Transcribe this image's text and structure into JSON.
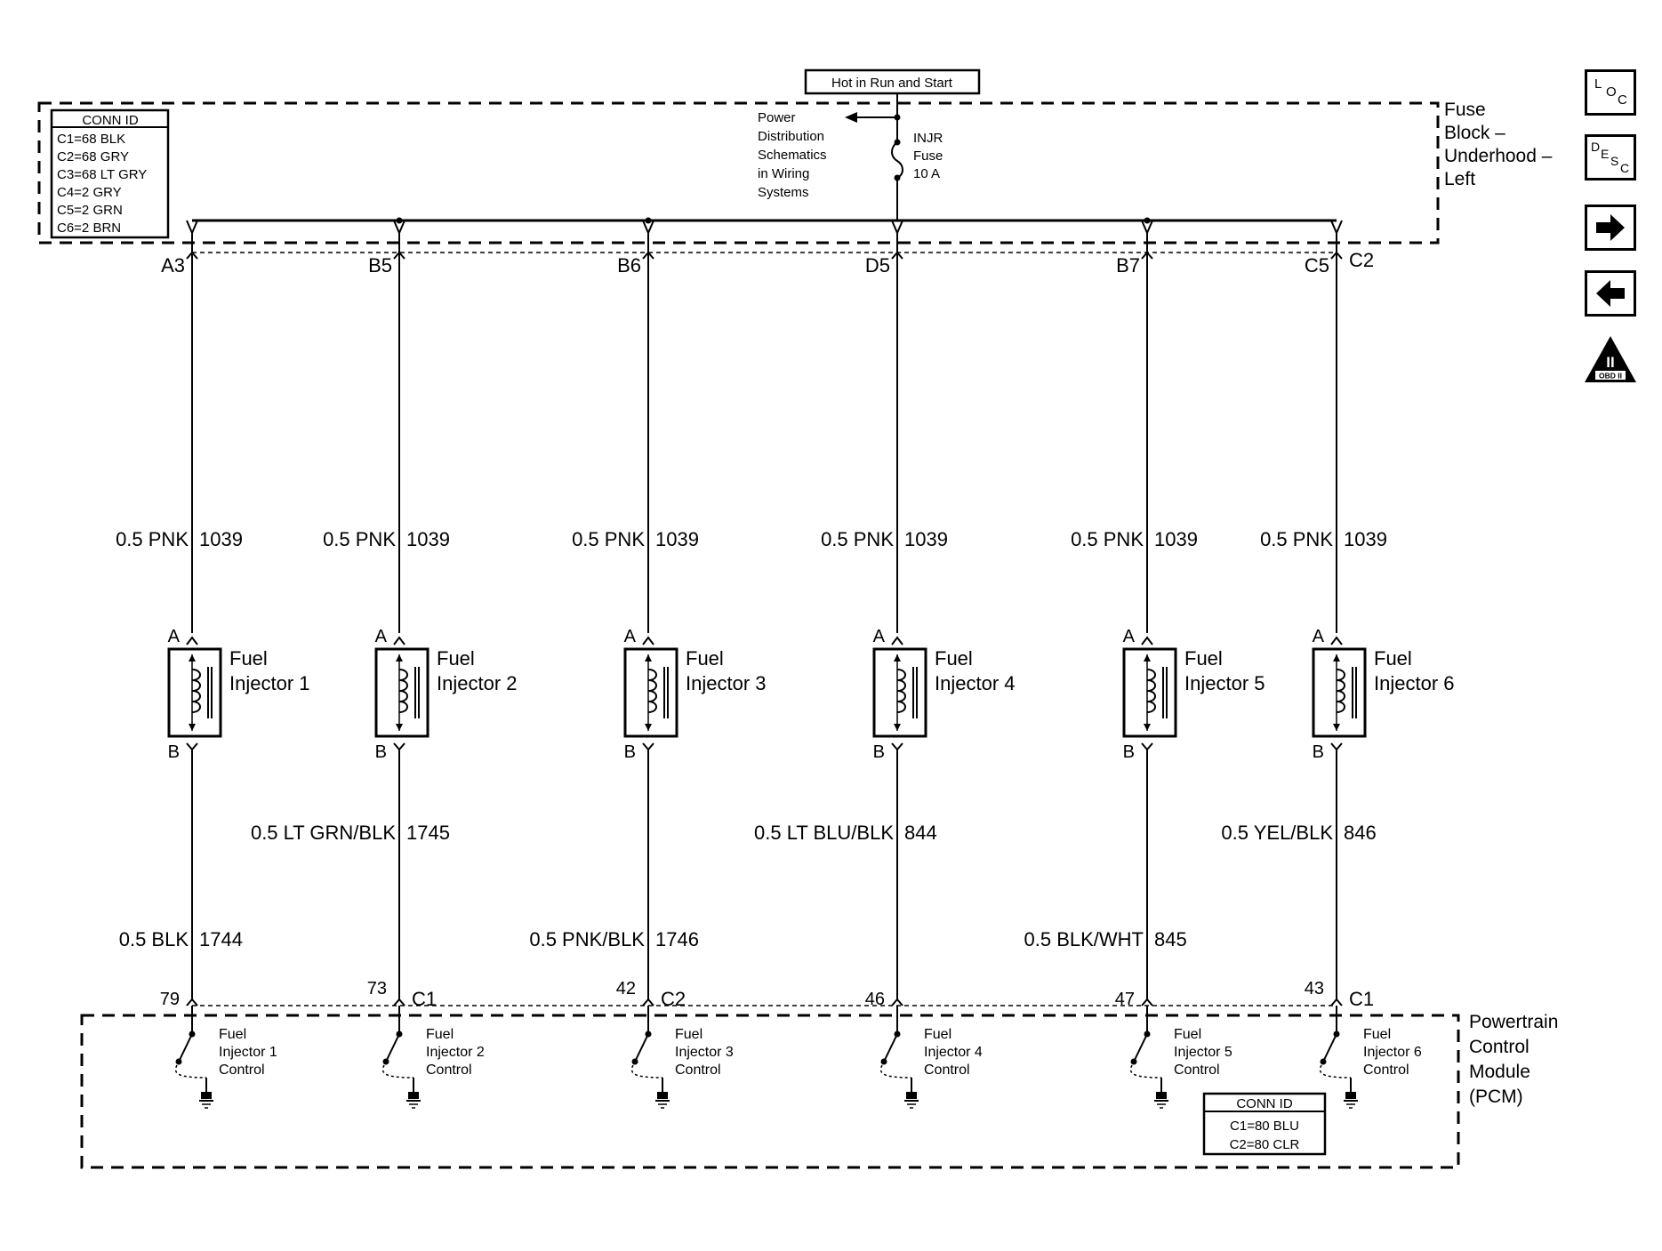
{
  "header": {
    "hot_label": "Hot in Run and Start",
    "power_ref": [
      "Power",
      "Distribution",
      "Schematics",
      "in Wiring",
      "Systems"
    ],
    "fuse_label": [
      "INJR",
      "Fuse",
      "10 A"
    ]
  },
  "fuse_block": {
    "name": [
      "Fuse",
      "Block –",
      "Underhood –",
      "Left"
    ],
    "conn_title": "CONN ID",
    "conn_rows": [
      "C1=68 BLK",
      "C2=68 GRY",
      "C3=68 LT GRY",
      "C4=2 GRY",
      "C5=2 GRN",
      "C6=2 BRN"
    ]
  },
  "pcm": {
    "name": [
      "Powertrain",
      "Control",
      "Module",
      "(PCM)"
    ],
    "conn_title": "CONN ID",
    "conn_rows": [
      "C1=80 BLU",
      "C2=80 CLR"
    ]
  },
  "injectors": [
    {
      "fuse_pin": "A3",
      "fuse_conn": "",
      "supply_wire": "0.5 PNK",
      "supply_circuit": "1039",
      "pin_a": "A",
      "pin_b": "B",
      "name": [
        "Fuel",
        "Injector 1"
      ],
      "ctrl_wire": "0.5 BLK",
      "ctrl_circuit": "1744",
      "ctrl_level": "low",
      "pcm_pin": "79",
      "pcm_conn": "",
      "control": [
        "Fuel",
        "Injector 1",
        "Control"
      ]
    },
    {
      "fuse_pin": "B5",
      "fuse_conn": "",
      "supply_wire": "0.5 PNK",
      "supply_circuit": "1039",
      "pin_a": "A",
      "pin_b": "B",
      "name": [
        "Fuel",
        "Injector 2"
      ],
      "ctrl_wire": "0.5 LT GRN/BLK",
      "ctrl_circuit": "1745",
      "ctrl_level": "high",
      "pcm_pin": "73",
      "pcm_conn": "C1",
      "control": [
        "Fuel",
        "Injector 2",
        "Control"
      ]
    },
    {
      "fuse_pin": "B6",
      "fuse_conn": "",
      "supply_wire": "0.5 PNK",
      "supply_circuit": "1039",
      "pin_a": "A",
      "pin_b": "B",
      "name": [
        "Fuel",
        "Injector 3"
      ],
      "ctrl_wire": "0.5 PNK/BLK",
      "ctrl_circuit": "1746",
      "ctrl_level": "low",
      "pcm_pin": "42",
      "pcm_conn": "C2",
      "control": [
        "Fuel",
        "Injector 3",
        "Control"
      ]
    },
    {
      "fuse_pin": "D5",
      "fuse_conn": "",
      "supply_wire": "0.5 PNK",
      "supply_circuit": "1039",
      "pin_a": "A",
      "pin_b": "B",
      "name": [
        "Fuel",
        "Injector 4"
      ],
      "ctrl_wire": "0.5 LT BLU/BLK",
      "ctrl_circuit": "844",
      "ctrl_level": "high",
      "pcm_pin": "46",
      "pcm_conn": "",
      "control": [
        "Fuel",
        "Injector 4",
        "Control"
      ]
    },
    {
      "fuse_pin": "B7",
      "fuse_conn": "",
      "supply_wire": "0.5 PNK",
      "supply_circuit": "1039",
      "pin_a": "A",
      "pin_b": "B",
      "name": [
        "Fuel",
        "Injector 5"
      ],
      "ctrl_wire": "0.5 BLK/WHT",
      "ctrl_circuit": "845",
      "ctrl_level": "low",
      "pcm_pin": "47",
      "pcm_conn": "",
      "control": [
        "Fuel",
        "Injector 5",
        "Control"
      ]
    },
    {
      "fuse_pin": "C5",
      "fuse_conn": "C2",
      "supply_wire": "0.5 PNK",
      "supply_circuit": "1039",
      "pin_a": "A",
      "pin_b": "B",
      "name": [
        "Fuel",
        "Injector 6"
      ],
      "ctrl_wire": "0.5 YEL/BLK",
      "ctrl_circuit": "846",
      "ctrl_level": "high",
      "pcm_pin": "43",
      "pcm_conn": "C1",
      "control": [
        "Fuel",
        "Injector 6",
        "Control"
      ]
    }
  ],
  "nav": {
    "loc": {
      "letters": [
        "L",
        "O",
        "C"
      ],
      "icon": "loc-icon"
    },
    "desc": {
      "letters": [
        "D",
        "E",
        "S",
        "C"
      ],
      "icon": "desc-icon"
    },
    "next_icon": "arrow-right-icon",
    "prev_icon": "arrow-left-icon",
    "obd": {
      "top": "II",
      "bottom": "OBD II",
      "icon": "obd-ii-icon"
    }
  }
}
